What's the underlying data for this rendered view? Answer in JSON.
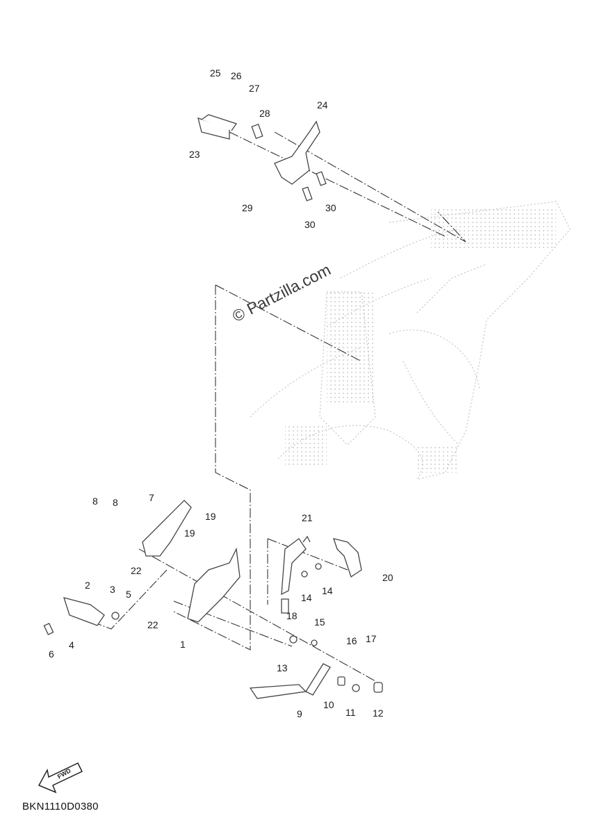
{
  "watermark": "© Partzilla.com",
  "diagram_code": "BKN1110D0380",
  "fwd_label": "FWD",
  "part_labels": {
    "p1": "1",
    "p2": "2",
    "p3": "3",
    "p4": "4",
    "p5": "5",
    "p6": "6",
    "p7": "7",
    "p8a": "8",
    "p8b": "8",
    "p9": "9",
    "p10": "10",
    "p11": "11",
    "p12": "12",
    "p13": "13",
    "p14a": "14",
    "p14b": "14",
    "p15": "15",
    "p16": "16",
    "p17": "17",
    "p18": "18",
    "p19a": "19",
    "p19b": "19",
    "p20": "20",
    "p21": "21",
    "p22a": "22",
    "p22b": "22",
    "p23": "23",
    "p24": "24",
    "p25": "25",
    "p26": "26",
    "p27": "27",
    "p28": "28",
    "p29": "29",
    "p30a": "30",
    "p30b": "30"
  },
  "colors": {
    "line": "#222222",
    "ghost": "#b8b8b8",
    "part": "#444444"
  }
}
